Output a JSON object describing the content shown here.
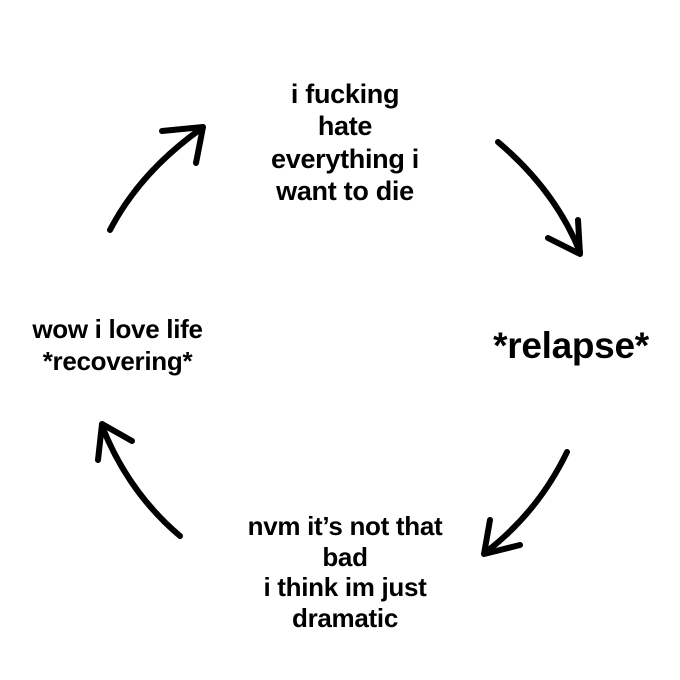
{
  "diagram": {
    "nodes": {
      "top": {
        "lines": [
          "i fucking",
          "hate",
          "everything i",
          "want to die"
        ]
      },
      "right": {
        "lines": [
          "*relapse*"
        ]
      },
      "bottom": {
        "lines": [
          "nvm it’s not that",
          "bad",
          "i think im just",
          "dramatic"
        ]
      },
      "left": {
        "lines": [
          "wow i love life",
          "*recovering*"
        ]
      }
    },
    "arrows": [
      {
        "from": "top",
        "to": "right",
        "direction": "clockwise"
      },
      {
        "from": "right",
        "to": "bottom",
        "direction": "clockwise"
      },
      {
        "from": "bottom",
        "to": "left",
        "direction": "clockwise"
      },
      {
        "from": "left",
        "to": "top",
        "direction": "clockwise"
      }
    ],
    "colors": {
      "background": "#ffffff",
      "ink": "#000000"
    }
  }
}
